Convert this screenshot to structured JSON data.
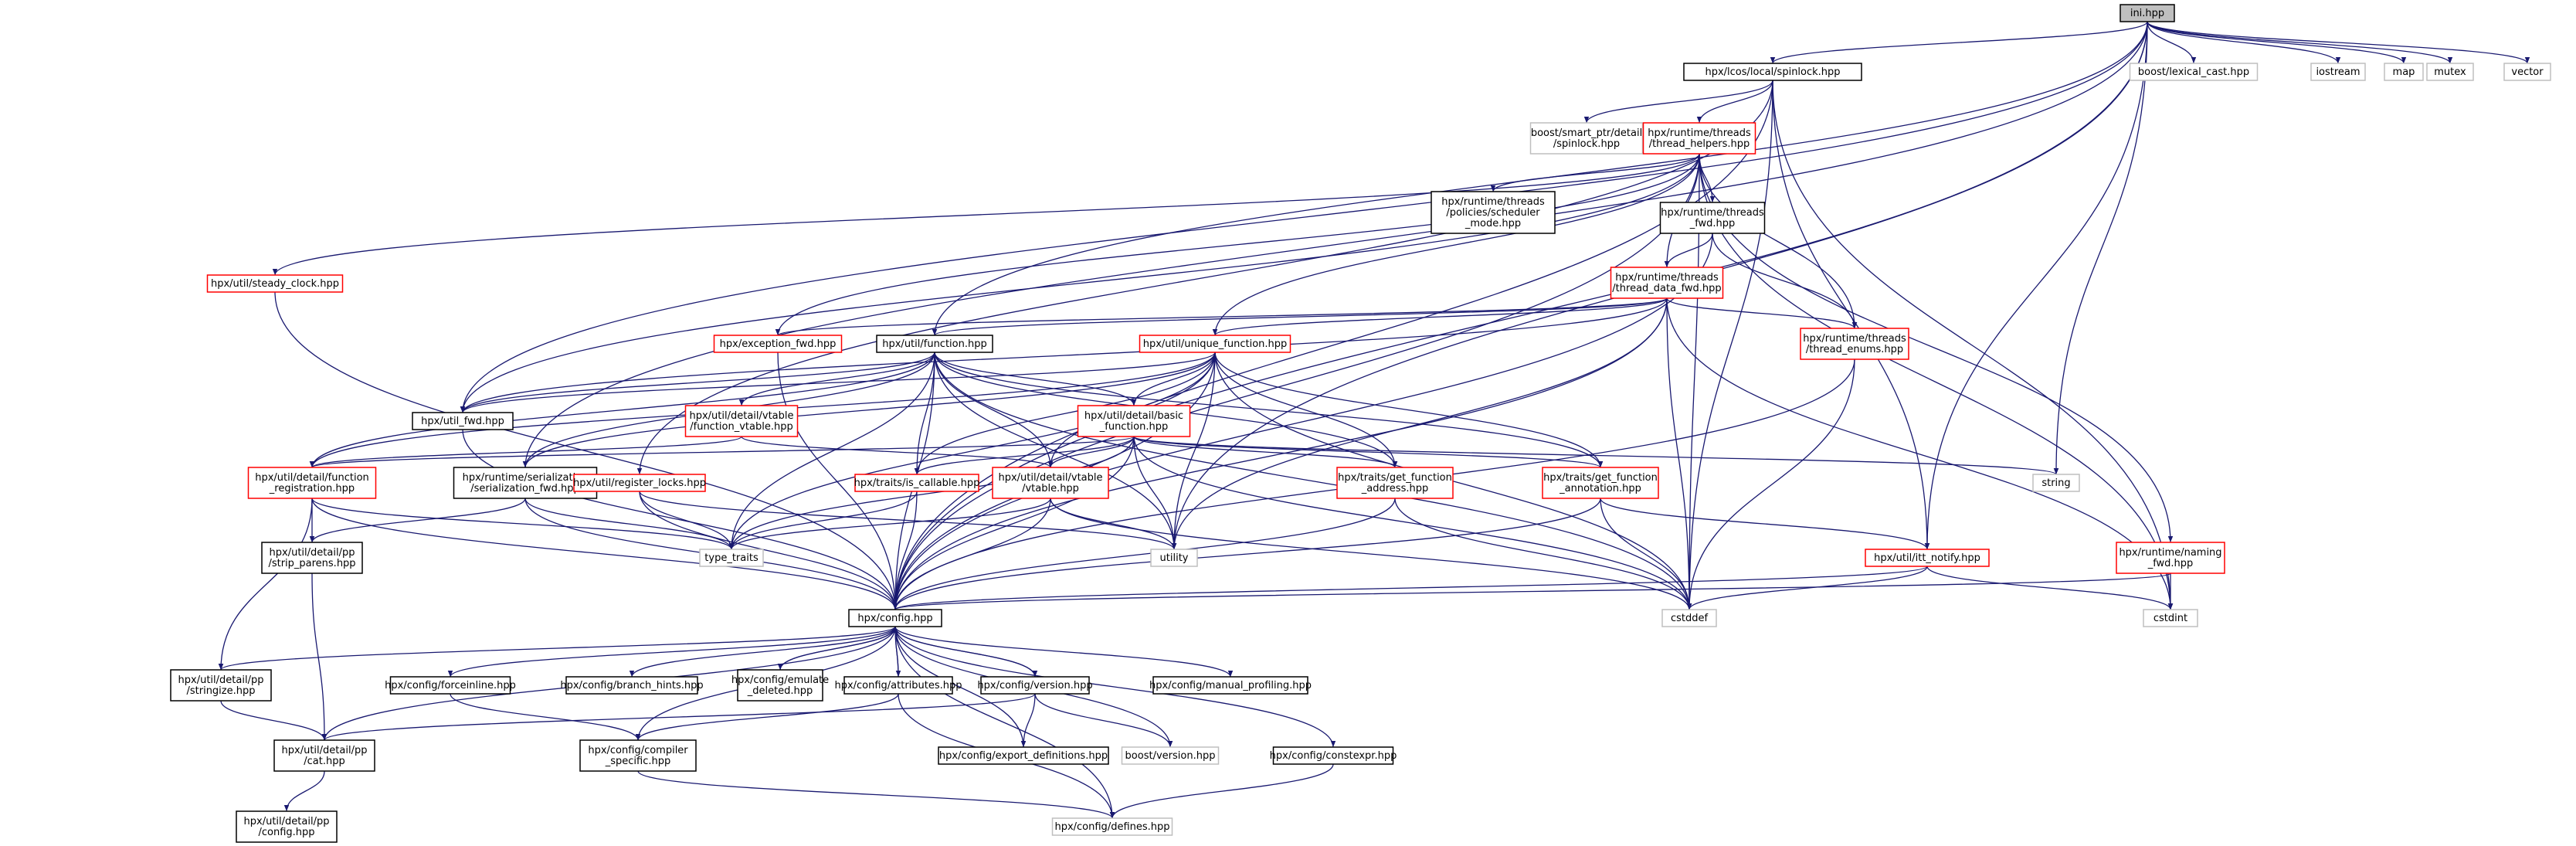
{
  "colors": {
    "background": "#ffffff",
    "edge": "#191970",
    "root_fill": "#bfbfbf",
    "fill": "#ffffff",
    "border_documented": "#000000",
    "border_incomplete": "#ff0000",
    "border_external": "#bfbfbf"
  },
  "nodes": [
    {
      "id": "ini",
      "lines": [
        "ini.hpp"
      ],
      "style": "root"
    },
    {
      "id": "spinlock",
      "lines": [
        "hpx/lcos/local/spinlock.hpp"
      ],
      "style": "documented"
    },
    {
      "id": "lexical",
      "lines": [
        "boost/lexical_cast.hpp"
      ],
      "style": "external"
    },
    {
      "id": "iostream",
      "lines": [
        "iostream"
      ],
      "style": "external"
    },
    {
      "id": "map",
      "lines": [
        "map"
      ],
      "style": "external"
    },
    {
      "id": "mutex",
      "lines": [
        "mutex"
      ],
      "style": "external"
    },
    {
      "id": "vector",
      "lines": [
        "vector"
      ],
      "style": "external"
    },
    {
      "id": "boostspin",
      "lines": [
        "boost/smart_ptr/detail",
        "/spinlock.hpp"
      ],
      "style": "external"
    },
    {
      "id": "thelpers",
      "lines": [
        "hpx/runtime/threads",
        "/thread_helpers.hpp"
      ],
      "style": "incomplete"
    },
    {
      "id": "policies",
      "lines": [
        "hpx/runtime/threads",
        "/policies/scheduler",
        "_mode.hpp"
      ],
      "style": "documented"
    },
    {
      "id": "thfwd",
      "lines": [
        "hpx/runtime/threads",
        "_fwd.hpp"
      ],
      "style": "documented"
    },
    {
      "id": "steady",
      "lines": [
        "hpx/util/steady_clock.hpp"
      ],
      "style": "incomplete"
    },
    {
      "id": "tdatafwd",
      "lines": [
        "hpx/runtime/threads",
        "/thread_data_fwd.hpp"
      ],
      "style": "incomplete"
    },
    {
      "id": "excfwd",
      "lines": [
        "hpx/exception_fwd.hpp"
      ],
      "style": "incomplete"
    },
    {
      "id": "function",
      "lines": [
        "hpx/util/function.hpp"
      ],
      "style": "documented"
    },
    {
      "id": "uniqfunc",
      "lines": [
        "hpx/util/unique_function.hpp"
      ],
      "style": "incomplete"
    },
    {
      "id": "thenums",
      "lines": [
        "hpx/runtime/threads",
        "/thread_enums.hpp"
      ],
      "style": "incomplete"
    },
    {
      "id": "utilfwd",
      "lines": [
        "hpx/util_fwd.hpp"
      ],
      "style": "documented"
    },
    {
      "id": "fvtable",
      "lines": [
        "hpx/util/detail/vtable",
        "/function_vtable.hpp"
      ],
      "style": "incomplete"
    },
    {
      "id": "basicfunc",
      "lines": [
        "hpx/util/detail/basic",
        "_function.hpp"
      ],
      "style": "incomplete"
    },
    {
      "id": "string",
      "lines": [
        "string"
      ],
      "style": "external"
    },
    {
      "id": "funcreg",
      "lines": [
        "hpx/util/detail/function",
        "_registration.hpp"
      ],
      "style": "incomplete"
    },
    {
      "id": "serfwd",
      "lines": [
        "hpx/runtime/serialization",
        "/serialization_fwd.hpp"
      ],
      "style": "documented"
    },
    {
      "id": "reglocks",
      "lines": [
        "hpx/util/register_locks.hpp"
      ],
      "style": "incomplete"
    },
    {
      "id": "iscallable",
      "lines": [
        "hpx/traits/is_callable.hpp"
      ],
      "style": "incomplete"
    },
    {
      "id": "vtable",
      "lines": [
        "hpx/util/detail/vtable",
        "/vtable.hpp"
      ],
      "style": "incomplete"
    },
    {
      "id": "getaddr",
      "lines": [
        "hpx/traits/get_function",
        "_address.hpp"
      ],
      "style": "incomplete"
    },
    {
      "id": "getannot",
      "lines": [
        "hpx/traits/get_function",
        "_annotation.hpp"
      ],
      "style": "incomplete"
    },
    {
      "id": "stripparens",
      "lines": [
        "hpx/util/detail/pp",
        "/strip_parens.hpp"
      ],
      "style": "documented"
    },
    {
      "id": "typetraits",
      "lines": [
        "type_traits"
      ],
      "style": "external"
    },
    {
      "id": "utility",
      "lines": [
        "utility"
      ],
      "style": "external"
    },
    {
      "id": "ittnotify",
      "lines": [
        "hpx/util/itt_notify.hpp"
      ],
      "style": "incomplete"
    },
    {
      "id": "namingfwd",
      "lines": [
        "hpx/runtime/naming",
        "_fwd.hpp"
      ],
      "style": "incomplete"
    },
    {
      "id": "config",
      "lines": [
        "hpx/config.hpp"
      ],
      "style": "documented"
    },
    {
      "id": "cstddef",
      "lines": [
        "cstddef"
      ],
      "style": "external"
    },
    {
      "id": "cstdint",
      "lines": [
        "cstdint"
      ],
      "style": "external"
    },
    {
      "id": "stringize",
      "lines": [
        "hpx/util/detail/pp",
        "/stringize.hpp"
      ],
      "style": "documented"
    },
    {
      "id": "forceinline",
      "lines": [
        "hpx/config/forceinline.hpp"
      ],
      "style": "documented"
    },
    {
      "id": "branchhints",
      "lines": [
        "hpx/config/branch_hints.hpp"
      ],
      "style": "documented"
    },
    {
      "id": "emulate",
      "lines": [
        "hpx/config/emulate",
        "_deleted.hpp"
      ],
      "style": "documented"
    },
    {
      "id": "attributes",
      "lines": [
        "hpx/config/attributes.hpp"
      ],
      "style": "documented"
    },
    {
      "id": "version",
      "lines": [
        "hpx/config/version.hpp"
      ],
      "style": "documented"
    },
    {
      "id": "manualprof",
      "lines": [
        "hpx/config/manual_profiling.hpp"
      ],
      "style": "documented"
    },
    {
      "id": "ppcat",
      "lines": [
        "hpx/util/detail/pp",
        "/cat.hpp"
      ],
      "style": "documented"
    },
    {
      "id": "compspec",
      "lines": [
        "hpx/config/compiler",
        "_specific.hpp"
      ],
      "style": "documented"
    },
    {
      "id": "exportdefs",
      "lines": [
        "hpx/config/export_definitions.hpp"
      ],
      "style": "documented"
    },
    {
      "id": "boostver",
      "lines": [
        "boost/version.hpp"
      ],
      "style": "external"
    },
    {
      "id": "constexpr",
      "lines": [
        "hpx/config/constexpr.hpp"
      ],
      "style": "documented"
    },
    {
      "id": "ppconfig",
      "lines": [
        "hpx/util/detail/pp",
        "/config.hpp"
      ],
      "style": "documented"
    },
    {
      "id": "defines",
      "lines": [
        "hpx/config/defines.hpp"
      ],
      "style": "external"
    }
  ],
  "edges": [
    [
      "ini",
      "spinlock"
    ],
    [
      "ini",
      "lexical"
    ],
    [
      "ini",
      "iostream"
    ],
    [
      "ini",
      "map"
    ],
    [
      "ini",
      "mutex"
    ],
    [
      "ini",
      "vector"
    ],
    [
      "ini",
      "config"
    ],
    [
      "ini",
      "function"
    ],
    [
      "ini",
      "utilfwd"
    ],
    [
      "ini",
      "serfwd"
    ],
    [
      "ini",
      "string"
    ],
    [
      "ini",
      "utility"
    ],
    [
      "ini",
      "ittnotify"
    ],
    [
      "spinlock",
      "boostspin"
    ],
    [
      "spinlock",
      "thelpers"
    ],
    [
      "spinlock",
      "config"
    ],
    [
      "spinlock",
      "reglocks"
    ],
    [
      "spinlock",
      "ittnotify"
    ],
    [
      "spinlock",
      "cstddef"
    ],
    [
      "spinlock",
      "cstdint"
    ],
    [
      "thelpers",
      "policies"
    ],
    [
      "thelpers",
      "thfwd"
    ],
    [
      "thelpers",
      "steady"
    ],
    [
      "thelpers",
      "tdatafwd"
    ],
    [
      "thelpers",
      "excfwd"
    ],
    [
      "thelpers",
      "uniqfunc"
    ],
    [
      "thelpers",
      "thenums"
    ],
    [
      "thelpers",
      "config"
    ],
    [
      "thelpers",
      "utilfwd"
    ],
    [
      "thelpers",
      "namingfwd"
    ],
    [
      "thelpers",
      "cstddef"
    ],
    [
      "thelpers",
      "cstdint"
    ],
    [
      "thfwd",
      "tdatafwd"
    ],
    [
      "thfwd",
      "thenums"
    ],
    [
      "thfwd",
      "config"
    ],
    [
      "steady",
      "config"
    ],
    [
      "tdatafwd",
      "function"
    ],
    [
      "tdatafwd",
      "uniqfunc"
    ],
    [
      "tdatafwd",
      "thenums"
    ],
    [
      "tdatafwd",
      "excfwd"
    ],
    [
      "tdatafwd",
      "utilfwd"
    ],
    [
      "tdatafwd",
      "config"
    ],
    [
      "tdatafwd",
      "utility"
    ],
    [
      "tdatafwd",
      "cstddef"
    ],
    [
      "tdatafwd",
      "cstdint"
    ],
    [
      "excfwd",
      "config"
    ],
    [
      "thenums",
      "config"
    ],
    [
      "thenums",
      "cstddef"
    ],
    [
      "function",
      "utilfwd"
    ],
    [
      "function",
      "fvtable"
    ],
    [
      "function",
      "basicfunc"
    ],
    [
      "function",
      "funcreg"
    ],
    [
      "function",
      "serfwd"
    ],
    [
      "function",
      "iscallable"
    ],
    [
      "function",
      "vtable"
    ],
    [
      "function",
      "getaddr"
    ],
    [
      "function",
      "getannot"
    ],
    [
      "function",
      "typetraits"
    ],
    [
      "function",
      "utility"
    ],
    [
      "function",
      "config"
    ],
    [
      "function",
      "cstddef"
    ],
    [
      "uniqfunc",
      "utilfwd"
    ],
    [
      "uniqfunc",
      "basicfunc"
    ],
    [
      "uniqfunc",
      "funcreg"
    ],
    [
      "uniqfunc",
      "serfwd"
    ],
    [
      "uniqfunc",
      "iscallable"
    ],
    [
      "uniqfunc",
      "vtable"
    ],
    [
      "uniqfunc",
      "getaddr"
    ],
    [
      "uniqfunc",
      "getannot"
    ],
    [
      "uniqfunc",
      "typetraits"
    ],
    [
      "uniqfunc",
      "utility"
    ],
    [
      "uniqfunc",
      "config"
    ],
    [
      "uniqfunc",
      "cstddef"
    ],
    [
      "utilfwd",
      "config"
    ],
    [
      "fvtable",
      "funcreg"
    ],
    [
      "fvtable",
      "vtable"
    ],
    [
      "basicfunc",
      "funcreg"
    ],
    [
      "basicfunc",
      "iscallable"
    ],
    [
      "basicfunc",
      "vtable"
    ],
    [
      "basicfunc",
      "getaddr"
    ],
    [
      "basicfunc",
      "getannot"
    ],
    [
      "basicfunc",
      "string"
    ],
    [
      "basicfunc",
      "typetraits"
    ],
    [
      "basicfunc",
      "utility"
    ],
    [
      "basicfunc",
      "config"
    ],
    [
      "basicfunc",
      "cstddef"
    ],
    [
      "funcreg",
      "stripparens"
    ],
    [
      "funcreg",
      "stringize"
    ],
    [
      "funcreg",
      "typetraits"
    ],
    [
      "funcreg",
      "config"
    ],
    [
      "serfwd",
      "stripparens"
    ],
    [
      "serfwd",
      "typetraits"
    ],
    [
      "serfwd",
      "config"
    ],
    [
      "reglocks",
      "typetraits"
    ],
    [
      "reglocks",
      "utility"
    ],
    [
      "reglocks",
      "config"
    ],
    [
      "iscallable",
      "typetraits"
    ],
    [
      "iscallable",
      "config"
    ],
    [
      "vtable",
      "typetraits"
    ],
    [
      "vtable",
      "utility"
    ],
    [
      "vtable",
      "config"
    ],
    [
      "vtable",
      "cstddef"
    ],
    [
      "getaddr",
      "config"
    ],
    [
      "getaddr",
      "cstddef"
    ],
    [
      "getannot",
      "ittnotify"
    ],
    [
      "getannot",
      "config"
    ],
    [
      "getannot",
      "cstddef"
    ],
    [
      "stripparens",
      "ppcat"
    ],
    [
      "ittnotify",
      "config"
    ],
    [
      "ittnotify",
      "cstddef"
    ],
    [
      "ittnotify",
      "cstdint"
    ],
    [
      "namingfwd",
      "config"
    ],
    [
      "namingfwd",
      "cstdint"
    ],
    [
      "config",
      "stringize"
    ],
    [
      "config",
      "forceinline"
    ],
    [
      "config",
      "branchhints"
    ],
    [
      "config",
      "emulate"
    ],
    [
      "config",
      "attributes"
    ],
    [
      "config",
      "version"
    ],
    [
      "config",
      "manualprof"
    ],
    [
      "config",
      "ppcat"
    ],
    [
      "config",
      "compspec"
    ],
    [
      "config",
      "exportdefs"
    ],
    [
      "config",
      "boostver"
    ],
    [
      "config",
      "constexpr"
    ],
    [
      "config",
      "defines"
    ],
    [
      "emulate",
      "config"
    ],
    [
      "attributes",
      "config"
    ],
    [
      "version",
      "config"
    ],
    [
      "stringize",
      "ppcat"
    ],
    [
      "forceinline",
      "compspec"
    ],
    [
      "attributes",
      "compspec"
    ],
    [
      "attributes",
      "defines"
    ],
    [
      "version",
      "ppcat"
    ],
    [
      "version",
      "exportdefs"
    ],
    [
      "version",
      "boostver"
    ],
    [
      "ppcat",
      "ppconfig"
    ],
    [
      "compspec",
      "defines"
    ],
    [
      "constexpr",
      "defines"
    ]
  ]
}
